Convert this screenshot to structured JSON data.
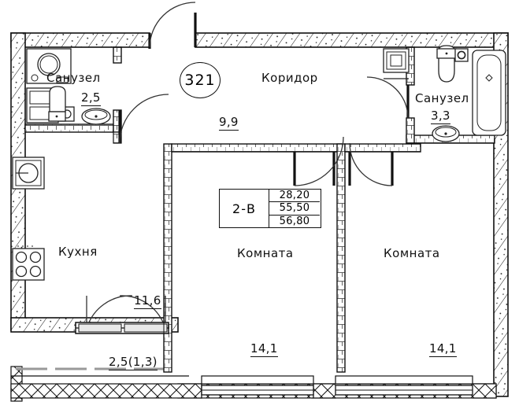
{
  "plan": {
    "unit_number": "321",
    "info_box": {
      "type_label": "2-В",
      "line1": "28,20",
      "line2": "55,50",
      "line3": "56,80"
    },
    "rooms": [
      {
        "key": "bath_left",
        "name": "Санузел",
        "area": "2,5"
      },
      {
        "key": "corridor",
        "name": "Коридор",
        "area": "9,9"
      },
      {
        "key": "bath_right",
        "name": "Санузел",
        "area": "3,3"
      },
      {
        "key": "kitchen",
        "name": "Кухня",
        "area": "11,6"
      },
      {
        "key": "room_mid",
        "name": "Комната",
        "area": "14,1"
      },
      {
        "key": "room_right",
        "name": "Комната",
        "area": "14,1"
      }
    ],
    "balcony": {
      "area": "2,5(1,3)"
    },
    "colors": {
      "line": "#111111",
      "wall_fill": "#ffffff",
      "background": "#ffffff",
      "fixture_line": "#222222"
    }
  }
}
